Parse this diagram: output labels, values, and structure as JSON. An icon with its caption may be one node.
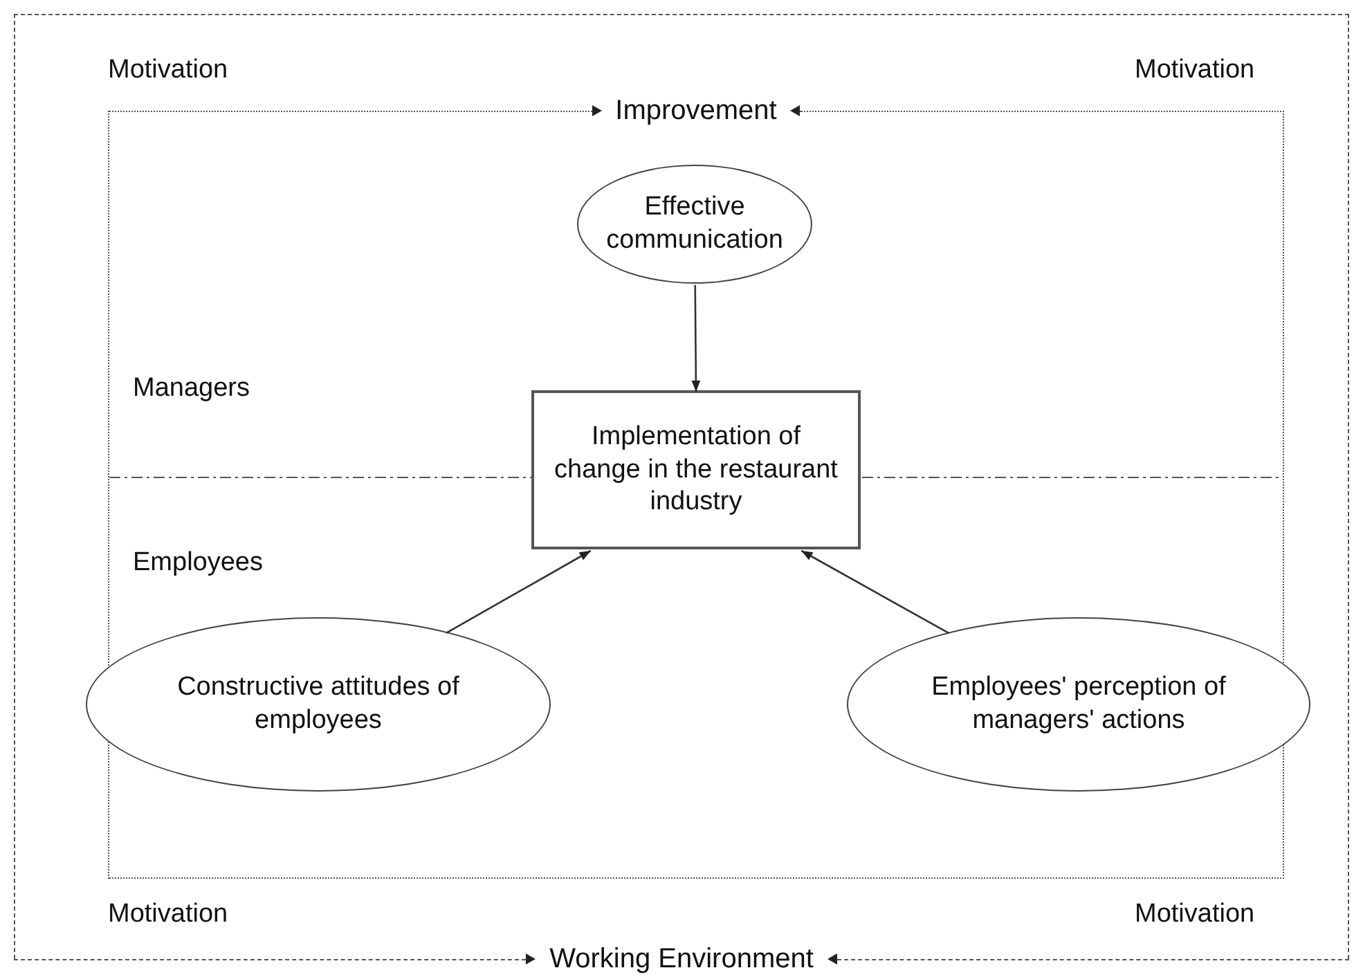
{
  "diagram": {
    "nodes": [
      {
        "text": [
          "Working Environment"
        ]
      },
      {
        "text": [
          "Improvement"
        ],
        "in": 0
      },
      {
        "text": [
          "Effective communication"
        ],
        "in": 1
      },
      {
        "text": [
          "Implementation of change in the restaurant industry"
        ],
        "in": 1
      },
      {
        "text": [
          "Constructive attitudes of employees"
        ],
        "in": 1
      },
      {
        "text": [
          "Employees' perception of managers' actions"
        ],
        "in": 1
      }
    ],
    "edges": [
      {
        "from": 2,
        "to": 3,
        "arrow": "to"
      },
      {
        "from": 4,
        "to": 3,
        "arrow": "to"
      },
      {
        "from": 5,
        "to": 3,
        "arrow": "to"
      }
    ],
    "labels": [
      "Motivation",
      "Motivation",
      "Managers",
      "Employees",
      "Motivation",
      "Motivation"
    ]
  }
}
